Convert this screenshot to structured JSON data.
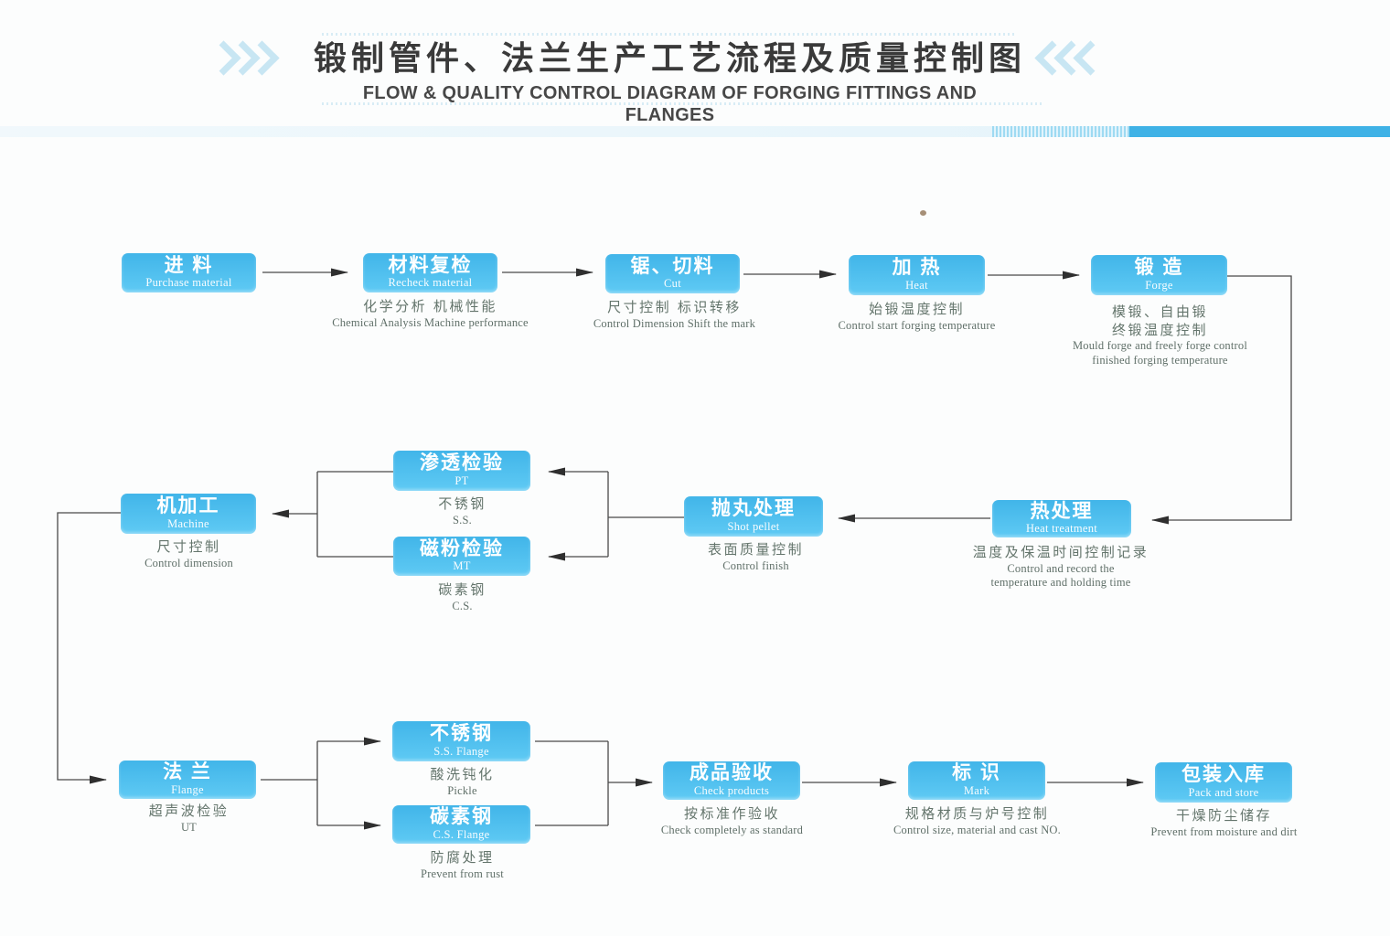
{
  "header": {
    "title_zh": "锻制管件、法兰生产工艺流程及质量控制图",
    "title_en": "FLOW & QUALITY CONTROL DIAGRAM OF FORGING FITTINGS AND FLANGES"
  },
  "nodes": {
    "purchase": {
      "zh": "进 料",
      "en": "Purchase material"
    },
    "recheck": {
      "zh": "材料复检",
      "en": "Recheck material",
      "cap_zh": "化学分析  机械性能",
      "cap_en": "Chemical  Analysis  Machine performance"
    },
    "cut": {
      "zh": "锯、切料",
      "en": "Cut",
      "cap_zh": "尺寸控制  标识转移",
      "cap_en": "Control Dimension   Shift the mark"
    },
    "heat": {
      "zh": "加 热",
      "en": "Heat",
      "cap_zh": "始锻温度控制",
      "cap_en": "Control start forging temperature"
    },
    "forge": {
      "zh": "锻 造",
      "en": "Forge",
      "cap_zh": "模锻、自由锻\n终锻温度控制",
      "cap_en": "Mould forge and freely forge control\nfinished forging temperature"
    },
    "pt": {
      "zh": "渗透检验",
      "en": "PT",
      "cap_zh": "不锈钢",
      "cap_en": "S.S."
    },
    "mt": {
      "zh": "磁粉检验",
      "en": "MT",
      "cap_zh": "碳素钢",
      "cap_en": "C.S."
    },
    "machine": {
      "zh": "机加工",
      "en": "Machine",
      "cap_zh": "尺寸控制",
      "cap_en": "Control dimension"
    },
    "shot": {
      "zh": "抛丸处理",
      "en": "Shot pellet",
      "cap_zh": "表面质量控制",
      "cap_en": "Control finish"
    },
    "heattreat": {
      "zh": "热处理",
      "en": "Heat treatment",
      "cap_zh": "温度及保温时间控制记录",
      "cap_en": "Control and record the\ntemperature and holding time"
    },
    "flange": {
      "zh": "法 兰",
      "en": "Flange",
      "cap_zh": "超声波检验",
      "cap_en": "UT"
    },
    "ss": {
      "zh": "不锈钢",
      "en": "S.S. Flange",
      "cap_zh": "酸洗钝化",
      "cap_en": "Pickle"
    },
    "cs": {
      "zh": "碳素钢",
      "en": "C.S. Flange",
      "cap_zh": "防腐处理",
      "cap_en": "Prevent from rust"
    },
    "check": {
      "zh": "成品验收",
      "en": "Check products",
      "cap_zh": "按标准作验收",
      "cap_en": "Check completely as standard"
    },
    "mark": {
      "zh": "标 识",
      "en": "Mark",
      "cap_zh": "规格材质与炉号控制",
      "cap_en": "Control size,  material and cast NO."
    },
    "pack": {
      "zh": "包装入库",
      "en": "Pack and store",
      "cap_zh": "干燥防尘储存",
      "cap_en": "Prevent from moisture and dirt"
    }
  },
  "colors": {
    "box_top": "#41b5e9",
    "box_bottom": "#5fcaf4",
    "banner_blue": "#3fb2e6",
    "chevron": "#9fd4ec",
    "title": "#3a3a3a",
    "caption_zh": "#64756c",
    "caption_en": "#5f6f68",
    "connector": "#4a4a4a"
  }
}
